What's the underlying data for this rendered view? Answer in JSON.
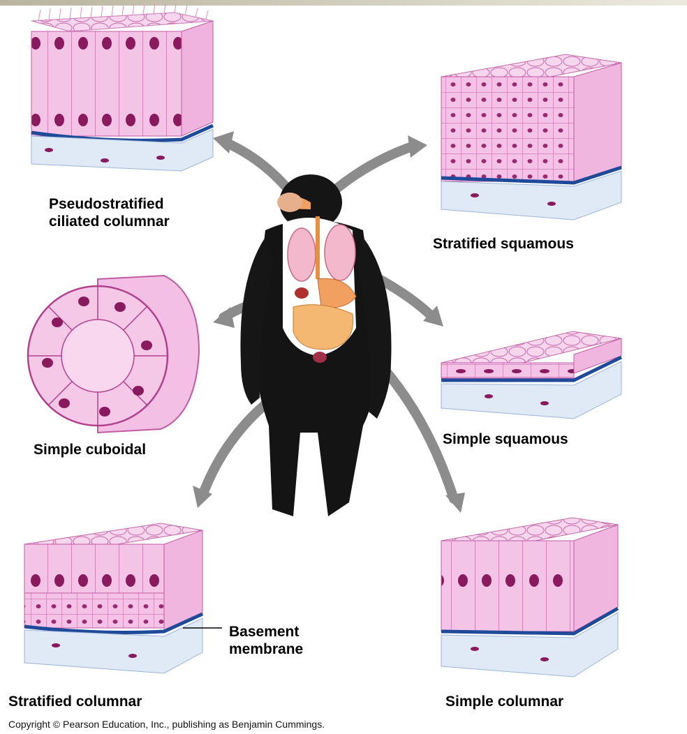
{
  "labels": {
    "pseudostratified_line1": "Pseudostratified",
    "pseudostratified_line2": "ciliated columnar",
    "stratified_squamous": "Stratified squamous",
    "simple_cuboidal": "Simple cuboidal",
    "simple_squamous": "Simple squamous",
    "stratified_columnar": "Stratified columnar",
    "simple_columnar": "Simple columnar",
    "basement_line1": "Basement",
    "basement_line2": "membrane"
  },
  "copyright": "Copyright © Pearson Education, Inc., publishing as Benjamin Cummings.",
  "colors": {
    "tissue_pink": "#f2b6e0",
    "tissue_edge": "#b0408c",
    "nucleus": "#7a1450",
    "basement": "#1f4a9a",
    "connective": "#dde9f5",
    "arrow": "#8c8c8c",
    "fur": "#141414",
    "organs": "#e8a050"
  }
}
